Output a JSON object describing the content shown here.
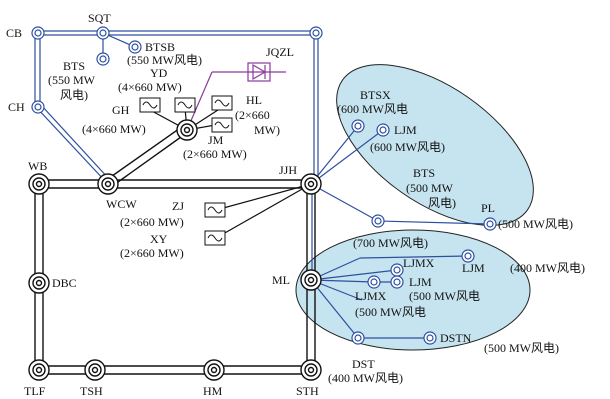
{
  "colors": {
    "ac_line": "#111111",
    "dc_line": "#2d4fa0",
    "hvdc_line": "#8a3a9c",
    "region_fill": "#c6e4ef",
    "node_outer": "#2d4fa0"
  },
  "labels": {
    "CB": "CB",
    "SQT": "SQT",
    "BTSB": "BTSB",
    "BTSB_cap": "(550 MW风电)",
    "BTS_left": "BTS",
    "BTS_left_cap1": "(550 MW",
    "BTS_left_cap2": "风电)",
    "JQZL": "JQZL",
    "YD": "YD",
    "YD_cap": "(4×660 MW)",
    "CH": "CH",
    "HL": "HL",
    "HL_cap1": "(2×660",
    "HL_cap2": "MW)",
    "GH": "GH",
    "GH_cap": "(4×660 MW)",
    "JM": "JM",
    "JM_cap": "(2×660 MW)",
    "WB": "WB",
    "WCW": "WCW",
    "JJH": "JJH",
    "ZJ": "ZJ",
    "ZJ_cap": "(2×660 MW)",
    "XY": "XY",
    "XY_cap": "(2×660 MW)",
    "BTSX": "BTSX",
    "BTSX_cap": "(600 MW风电",
    "LJM_top": "LJM",
    "LJM_top_cap": "(600 MW风电)",
    "BTS_right": "BTS",
    "BTS_right_cap1": "(500 MW",
    "BTS_right_cap2": "风电)",
    "PL": "PL",
    "PL_cap": "(500 MW风电)",
    "ML": "ML",
    "ML_cap": "(700 MW风电)",
    "LJMX_top": "LJMX",
    "LJM_right": "LJM",
    "LJM_right_cap": "(400 MW风电)",
    "LJM_mid": "LJM",
    "LJM_mid_cap": "(500 MW风电",
    "LJMX_bottom": "LJMX",
    "LJMX_bottom_cap": "(500 MW风电",
    "DSTN": "DSTN",
    "DSTN_cap": "(500 MW风电)",
    "DBC": "DBC",
    "DST": "DST",
    "DST_cap": "(400 MW风电)",
    "TLF": "TLF",
    "TSH": "TSH",
    "HM": "HM",
    "STH": "STH"
  }
}
